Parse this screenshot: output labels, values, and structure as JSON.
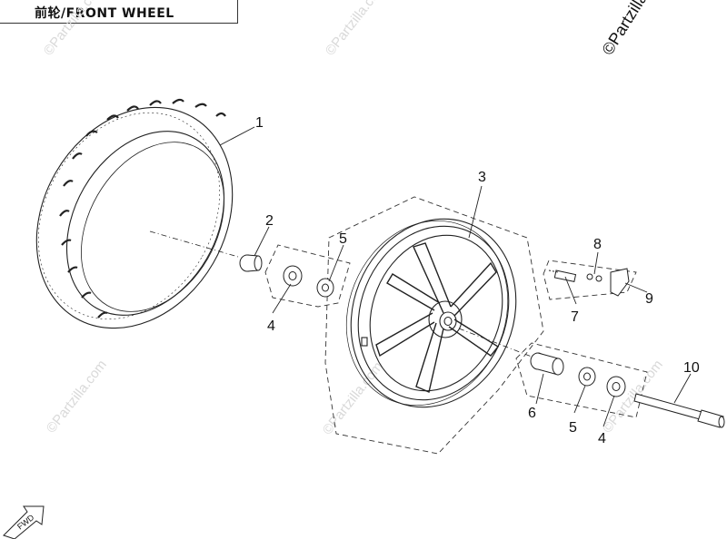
{
  "title": "前轮/FRONT WHEEL",
  "copyright": "©Partzilla.c",
  "watermark": "©Partzilla.com",
  "fwd_label": "FWD",
  "callouts": {
    "c1": "1",
    "c2": "2",
    "c3": "3",
    "c4a": "4",
    "c4b": "4",
    "c5a": "5",
    "c5b": "5",
    "c6": "6",
    "c7": "7",
    "c8": "8",
    "c9": "9",
    "c10": "10"
  }
}
